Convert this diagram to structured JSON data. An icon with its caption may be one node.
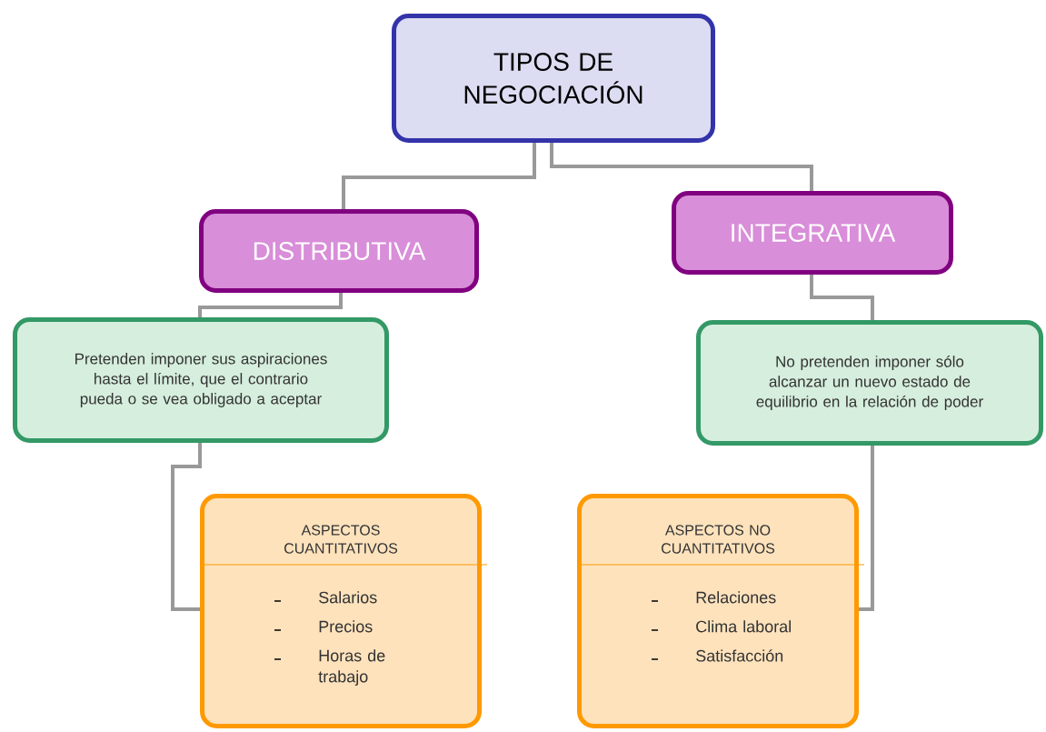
{
  "diagram": {
    "nodes": [
      {
        "text": [
          "TIPOS DE NEGOCIACIÓN"
        ]
      },
      {
        "text": [
          "DISTRIBUTIVA"
        ]
      },
      {
        "text": [
          "INTEGRATIVA"
        ]
      },
      {
        "text": [
          "Pretenden imponer sus aspiraciones hasta el límite, que el contrario pueda o se vea obligado a aceptar"
        ]
      },
      {
        "text": [
          "No pretenden imponer sólo alcanzar un nuevo estado de equilibrio en la relación de poder"
        ]
      },
      {
        "text": [
          "ASPECTOS CUANTITATIVOS",
          "Salarios",
          "Precios",
          "Horas de trabajo"
        ]
      },
      {
        "text": [
          "ASPECTOS NO CUANTITATIVOS",
          "Relaciones",
          "Clima laboral",
          "Satisfacción"
        ]
      }
    ],
    "edges": [
      {
        "from": 0,
        "to": 1,
        "arrow": "none"
      },
      {
        "from": 0,
        "to": 2,
        "arrow": "none"
      },
      {
        "from": 1,
        "to": 3,
        "arrow": "none"
      },
      {
        "from": 2,
        "to": 4,
        "arrow": "none"
      },
      {
        "from": 3,
        "to": 5,
        "arrow": "none"
      },
      {
        "from": 4,
        "to": 6,
        "arrow": "none"
      }
    ]
  }
}
